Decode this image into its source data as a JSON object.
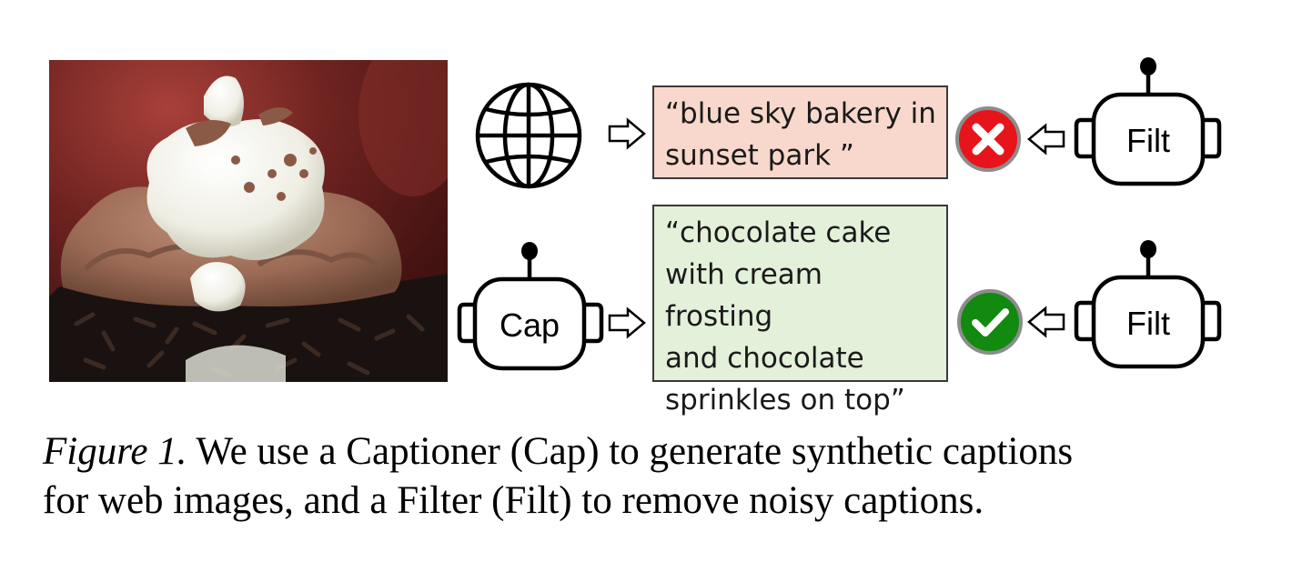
{
  "figure": {
    "caption_label": "Figure 1.",
    "caption_line1": "We use a Captioner (Cap) to generate synthetic captions",
    "caption_line2": "for web images, and a Filter (Filt) to remove noisy captions."
  },
  "rows": [
    {
      "source_icon": "globe-icon",
      "caption_text": "“blue sky bakery in\nsunset park ”",
      "caption_color": "#f8d8cc",
      "filter_label": "Filt",
      "verdict_icon": "reject-x-icon",
      "verdict_color": "#e8141b"
    },
    {
      "source_icon": "captioner-robot-icon",
      "source_label": "Cap",
      "caption_text": "“chocolate cake\nwith cream frosting\nand chocolate\nsprinkles on top”",
      "caption_color": "#e3f0da",
      "filter_label": "Filt",
      "verdict_icon": "accept-check-icon",
      "verdict_color": "#12890f"
    }
  ],
  "photo_subject": "chocolate cake with cream frosting and chocolate sprinkles"
}
